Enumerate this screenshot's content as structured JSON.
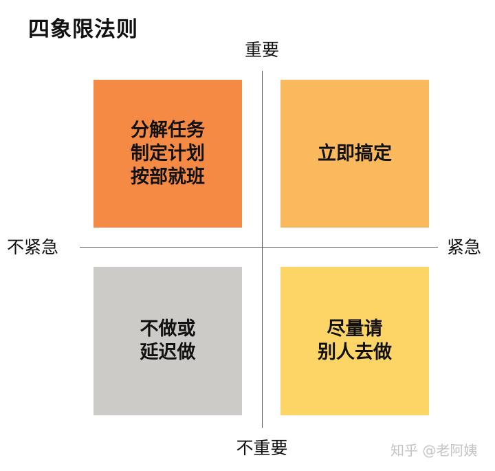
{
  "title": "四象限法则",
  "axes": {
    "top": "重要",
    "bottom": "不重要",
    "left": "不紧急",
    "right": "紧急",
    "line_color": "#555555"
  },
  "quadrants": {
    "top_left": {
      "text": "分解任务\n制定计划\n按部就班",
      "color": "#F58A45",
      "position": "important-not-urgent"
    },
    "top_right": {
      "text": "立即搞定",
      "color": "#F9B95C",
      "position": "important-urgent"
    },
    "bottom_left": {
      "text": "不做或\n延迟做",
      "color": "#CDCBC8",
      "position": "not-important-not-urgent"
    },
    "bottom_right": {
      "text": "尽量请\n别人去做",
      "color": "#FDD567",
      "position": "not-important-urgent"
    }
  },
  "watermark": "知乎 @老阿姨"
}
